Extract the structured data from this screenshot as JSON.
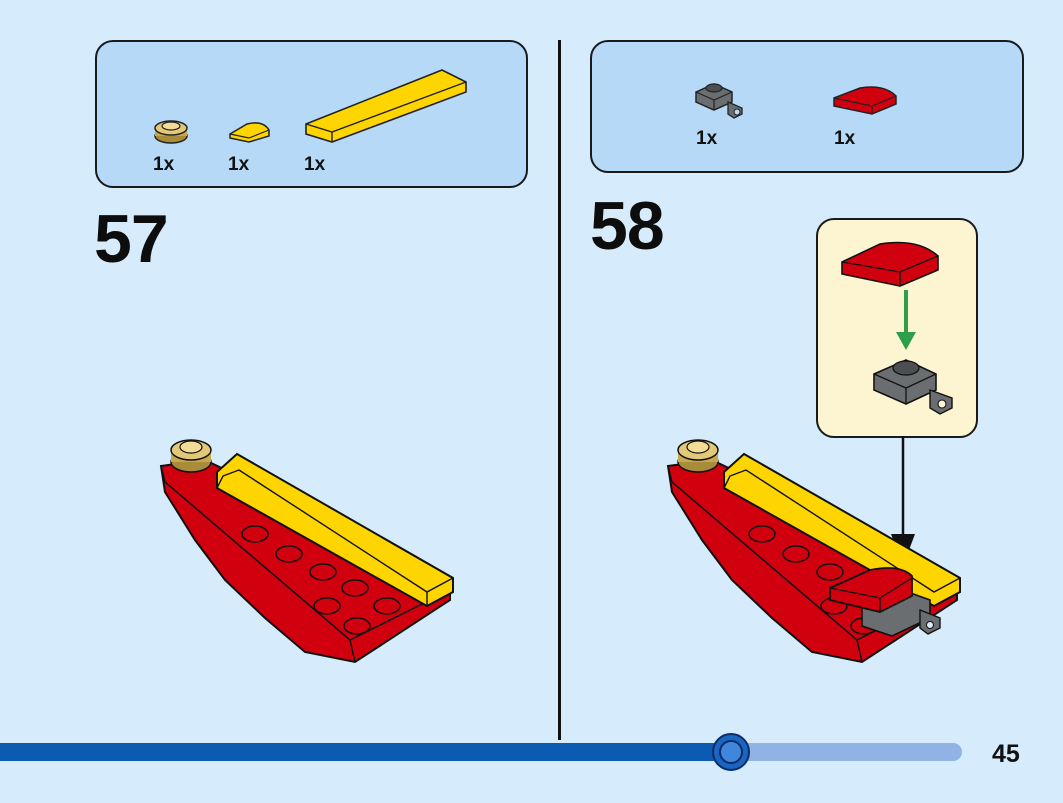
{
  "step_57": {
    "number": "57",
    "parts": [
      {
        "name": "gold-round-plate-1x1",
        "qty": "1x",
        "color": "#d6b85a"
      },
      {
        "name": "yellow-quarter-round-tile",
        "qty": "1x",
        "color": "#ffd500"
      },
      {
        "name": "yellow-tile-1x6",
        "qty": "1x",
        "color": "#ffd500"
      }
    ]
  },
  "step_58": {
    "number": "58",
    "parts": [
      {
        "name": "dark-grey-plate-clip",
        "qty": "1x",
        "color": "#6b6e70"
      },
      {
        "name": "red-curved-slope",
        "qty": "1x",
        "color": "#d0000f"
      }
    ]
  },
  "progress": {
    "fraction": 0.76
  },
  "page_number": "45",
  "colors": {
    "background": "#d6ebfb",
    "parts_box": "#b5d9f7",
    "callout": "#fdf4d2",
    "red": "#d0000f",
    "yellow": "#ffd500",
    "gold": "#d6b85a",
    "arrow_green": "#2e9e4a",
    "progress": "#0a5bb1"
  }
}
